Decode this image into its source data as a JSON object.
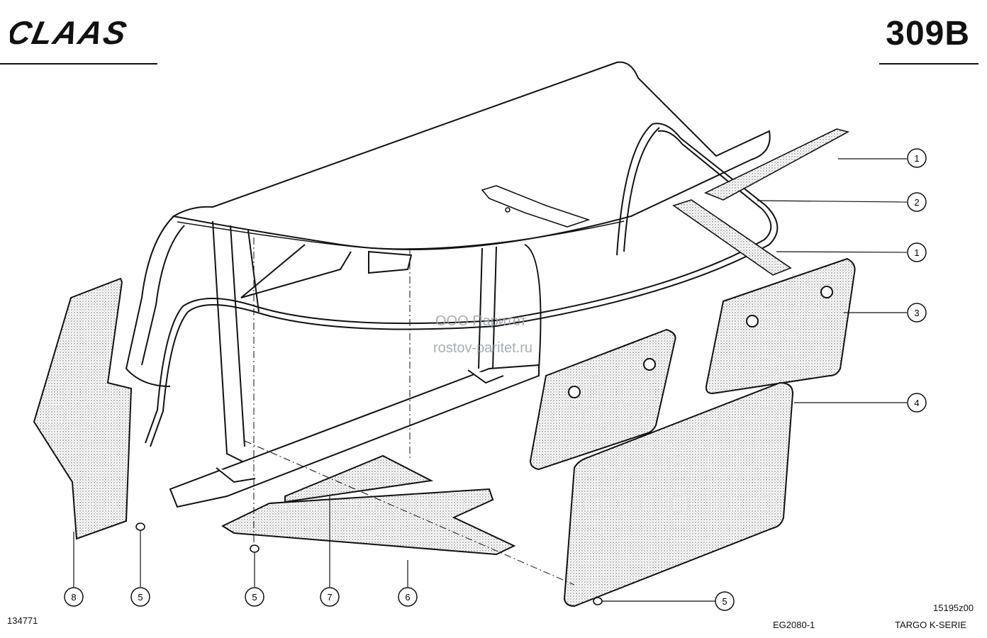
{
  "header": {
    "brand": "CLAAS",
    "sheet_number": "309B"
  },
  "footer": {
    "drawing_id": "134771",
    "doc_code": "EG2080-1",
    "image_code": "15195z00",
    "series": "TARGO K-SERIE"
  },
  "watermark": {
    "line1": "ООО Паритет",
    "line2": "rostov-paritet.ru"
  },
  "callouts": [
    "1",
    "2",
    "1",
    "3",
    "4",
    "5",
    "8",
    "5",
    "5",
    "7",
    "6"
  ]
}
